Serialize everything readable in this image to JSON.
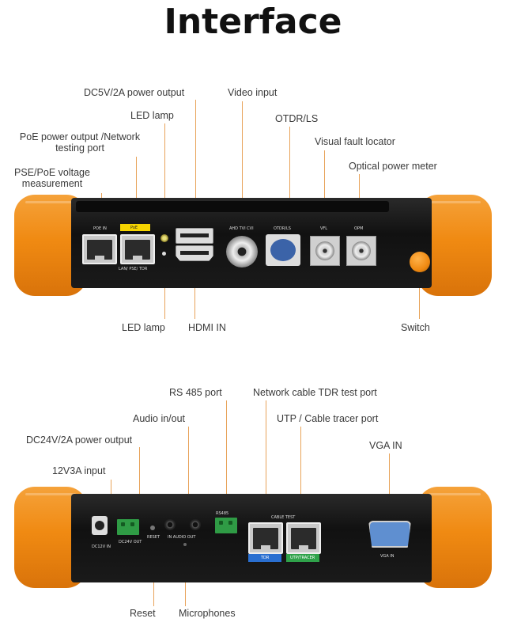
{
  "title": "Interface",
  "top_labels": {
    "dc5v": "DC5V/2A power output",
    "video_input": "Video input",
    "led_lamp_top": "LED lamp",
    "otdr": "OTDR/LS",
    "poe_output": "PoE power output /Network",
    "poe_output_2": "testing port",
    "vfl": "Visual fault locator",
    "pse_voltage": "PSE/PoE voltage",
    "pse_voltage_2": "measurement",
    "opm": "Optical power meter",
    "led_lamp_bottom": "LED lamp",
    "hdmi_in": "HDMI IN",
    "switch": "Switch"
  },
  "bottom_labels": {
    "rs485": "RS 485 port",
    "tdr": "Network cable TDR test port",
    "audio": "Audio in/out",
    "utp": "UTP / Cable tracer port",
    "dc24v": "DC24V/2A power output",
    "vga": "VGA IN",
    "v12": "12V3A input",
    "reset": "Reset",
    "microphones": "Microphones"
  },
  "device_marks": {
    "poe_in": "POE IN",
    "poe": "PoE",
    "lan": "LAN/ PSE/ TDR",
    "avd": "AHD TVI CVI",
    "otdr_ls": "OTDR/LS",
    "vfl": "VFL",
    "opm": "OPM",
    "dc12v": "DC12V IN",
    "dc24v_out": "DC24V OUT",
    "reset": "RESET",
    "audio_out": "IN AUDIO OUT",
    "rs485": "RS485",
    "cable_test": "CABLE TEST",
    "tdr": "TDR",
    "utp": "UTP/TRACER",
    "vga_in": "VGA IN"
  },
  "colors": {
    "bumper": "#f08a12",
    "leader_line": "#e8a35a",
    "tdr_tag": "#2a6fd0",
    "utp_tag": "#2fa24a"
  }
}
